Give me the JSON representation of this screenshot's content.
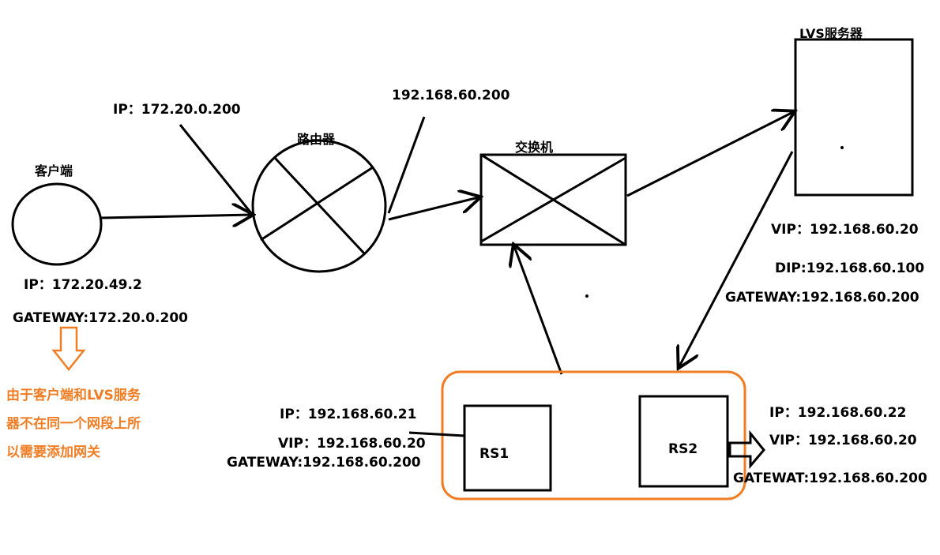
{
  "nodes": {
    "client": {
      "label": "客户端",
      "ip": "IP：172.20.49.2",
      "gateway": "GATEWAY:172.20.0.200"
    },
    "router": {
      "label": "路由器",
      "ip": "IP：172.20.0.200",
      "lan_ip": "192.168.60.200"
    },
    "switch": {
      "label": "交换机"
    },
    "lvs": {
      "label": "LVS服务器",
      "vip": "VIP：192.168.60.20",
      "dip": "DIP:192.168.60.100",
      "gateway": "GATEWAY:192.168.60.200"
    },
    "rs1": {
      "label": "RS1",
      "ip": "IP：192.168.60.21",
      "vip": "VIP：192.168.60.20",
      "gateway": "GATEWAY:192.168.60.200"
    },
    "rs2": {
      "label": "RS2",
      "ip": "IP：192.168.60.22",
      "vip": "VIP：192.168.60.20",
      "gateway": "GATEWAT:192.168.60.200"
    }
  },
  "note": {
    "lines": [
      "由于客户端和LVS服务",
      "器不在同一个网段上所",
      "以需要添加网关"
    ]
  },
  "colors": {
    "stroke": "#000000",
    "accent": "#f07d24",
    "background": "#ffffff"
  }
}
